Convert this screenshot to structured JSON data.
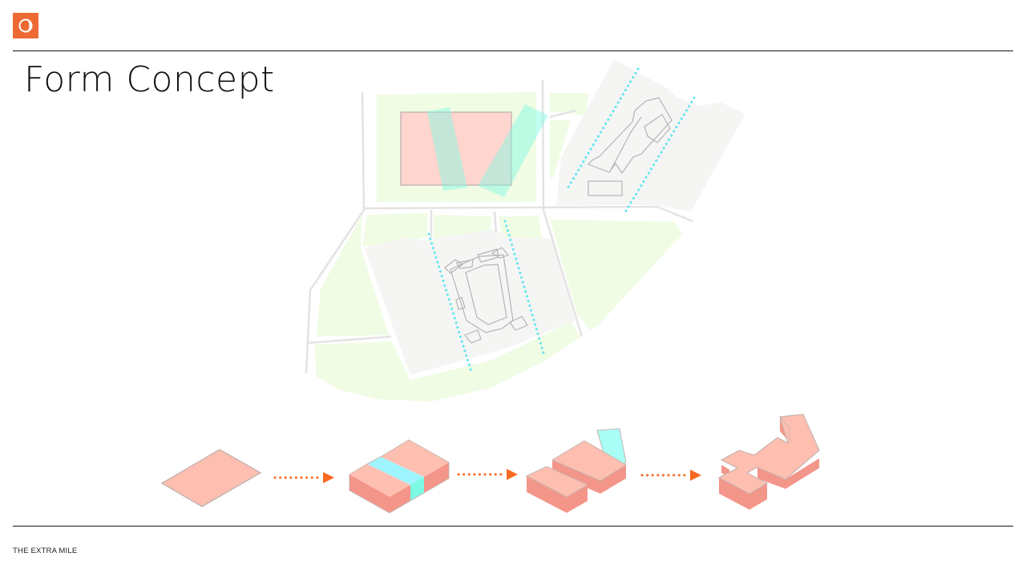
{
  "header": {
    "logo_icon": "crescent-swirl-icon",
    "brand_color": "#ee6a35"
  },
  "page": {
    "title": "Form Concept"
  },
  "footer": {
    "text": "THE EXTRA MILE"
  },
  "diagram": {
    "colors": {
      "green_space": "#f0fce4",
      "site_grey": "#f5f5f4",
      "massing": "#ffbfb0",
      "massing_side": "#f4958a",
      "axis_cyan": "#5ee6f0",
      "arrow": "#f86a22"
    },
    "steps": [
      {
        "id": "slab"
      },
      {
        "id": "split"
      },
      {
        "id": "offset"
      },
      {
        "id": "final"
      }
    ]
  }
}
